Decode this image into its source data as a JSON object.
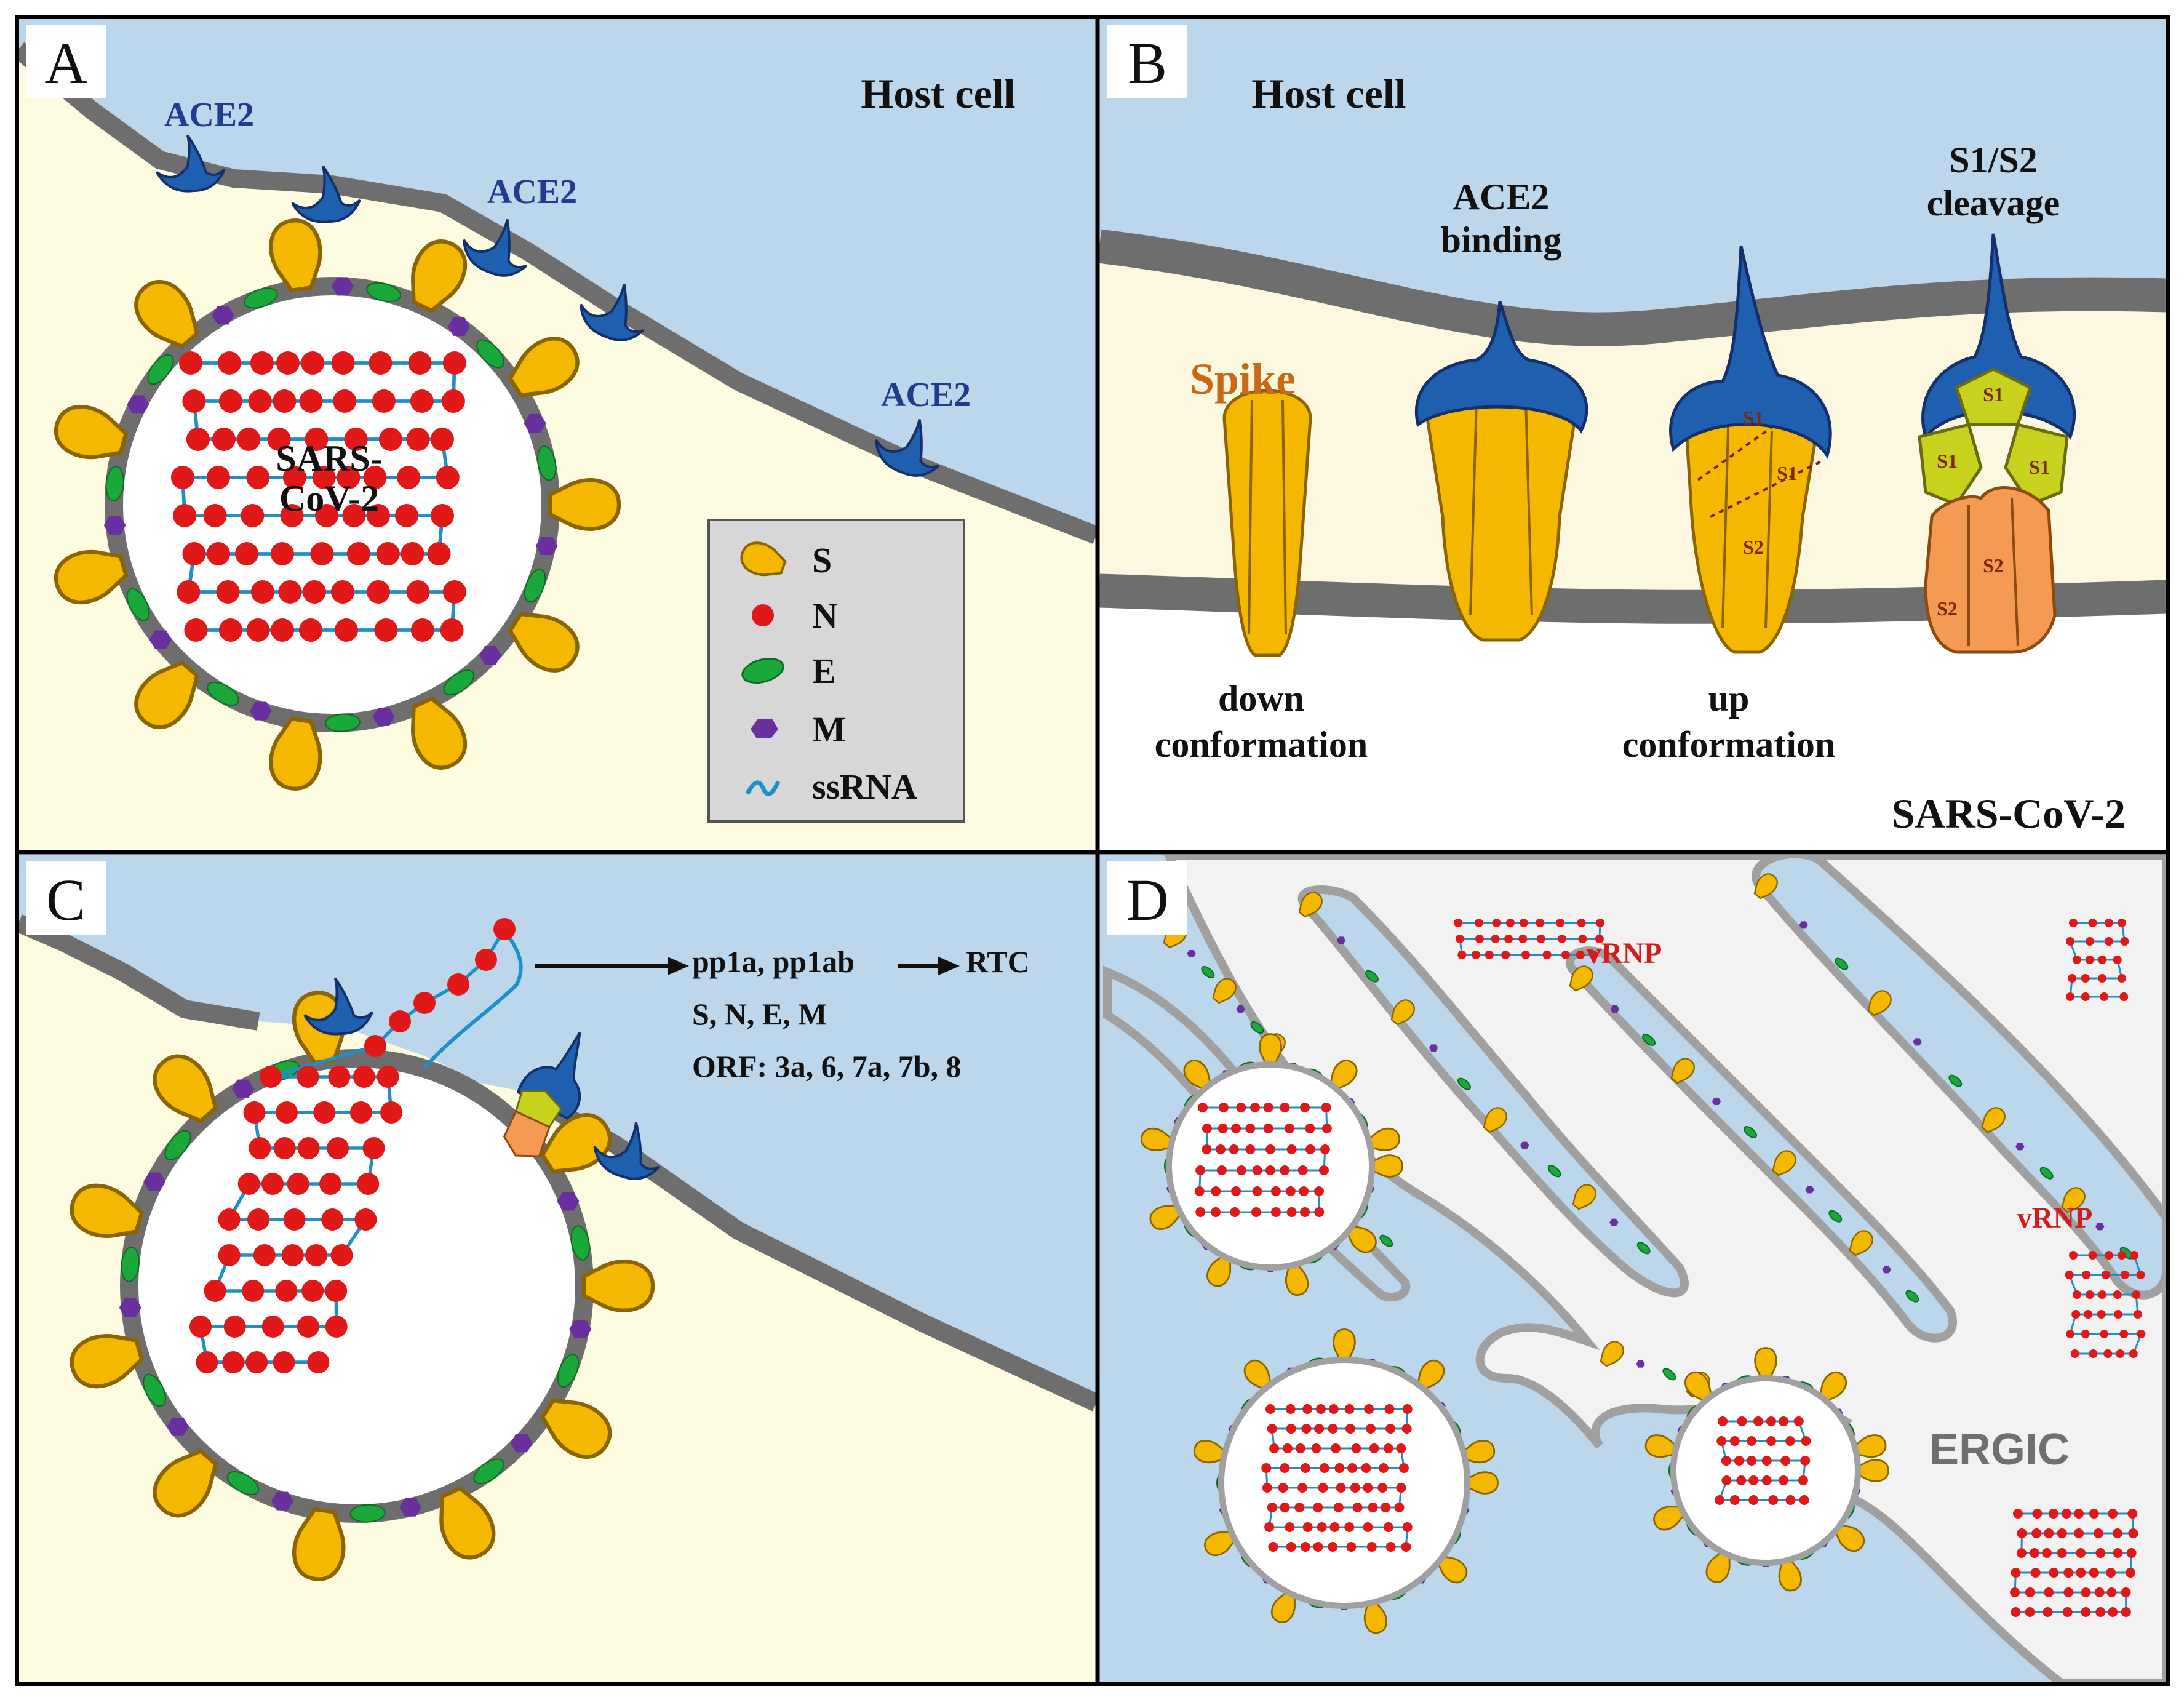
{
  "panels": {
    "a": {
      "letter": "A",
      "host_cell": "Host cell",
      "ace2_labels": [
        "ACE2",
        "ACE2",
        "ACE2"
      ],
      "virion_label_line1": "SARS-",
      "virion_label_line2": "CoV-2"
    },
    "b": {
      "letter": "B",
      "host_cell": "Host cell",
      "spike_label": "Spike",
      "ace2_binding_line1": "ACE2",
      "ace2_binding_line2": "binding",
      "cleavage_line1": "S1/S2",
      "cleavage_line2": "cleavage",
      "down_line1": "down",
      "down_line2": "conformation",
      "up_line1": "up",
      "up_line2": "conformation",
      "subunit_s1": "S1",
      "subunit_s2": "S2",
      "virus_name": "SARS-CoV-2"
    },
    "c": {
      "letter": "C",
      "line1_a": "pp1a, pp1ab",
      "line1_b": "RTC",
      "line2": "S, N, E, M",
      "line3": "ORF: 3a, 6, 7a, 7b, 8"
    },
    "d": {
      "letter": "D",
      "vrnp_labels": [
        "vRNP",
        "vRNP"
      ],
      "ergic": "ERGIC"
    }
  },
  "legend": {
    "items": [
      {
        "key": "S",
        "icon": "spike-icon",
        "color": "#f5b800"
      },
      {
        "key": "N",
        "icon": "nucleocapsid-dot-icon",
        "color": "#e01818"
      },
      {
        "key": "E",
        "icon": "envelope-ellipse-icon",
        "color": "#1aa83a"
      },
      {
        "key": "M",
        "icon": "membrane-hexagon-icon",
        "color": "#6a2f9e"
      },
      {
        "key": "ssRNA",
        "icon": "rna-squiggle-icon",
        "color": "#1e90c8"
      }
    ]
  },
  "colors": {
    "host_cell": "#bcd6ec",
    "extracellular": "#fdfbe0",
    "membrane": "#6e6e6e",
    "spike": "#f5b800",
    "ace2": "#1f5fb0",
    "s1_cleaved": "#c8d21e",
    "s2_cleaved": "#f59a52",
    "ergic_lumen": "#f2f2f2"
  }
}
